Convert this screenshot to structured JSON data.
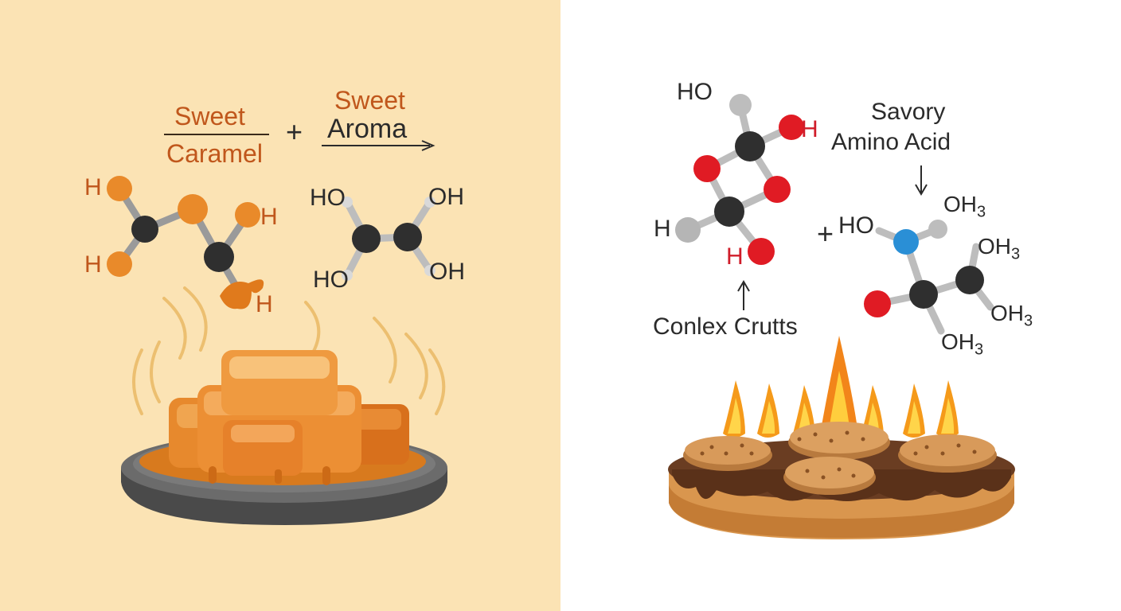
{
  "left_panel": {
    "header_sweet_1": "Sweet",
    "header_caramel": "Caramel",
    "plus": "+",
    "header_sweet_2": "Sweet",
    "header_aroma": "Aroma",
    "atom_h": "H",
    "atom_ho": "HO",
    "atom_oh": "OH"
  },
  "right_panel": {
    "atom_ho": "HO",
    "atom_h": "H",
    "savory": "Savory",
    "amino_acid": "Amino Acid",
    "plus": "+",
    "atom_oh3_main": "OH",
    "atom_oh3_sub": "3",
    "complex_crusts": "Conlex Crutts"
  },
  "colors": {
    "left_bg": "#fbe3b4",
    "right_bg": "#ffffff",
    "caramel": "#e98a2a",
    "carbon": "#2f2f2f",
    "oxygen": "#e01b24",
    "nitrogen": "#2a8fd6",
    "hydrogen": "#bfbfbf",
    "flame": "#f59a1a"
  }
}
